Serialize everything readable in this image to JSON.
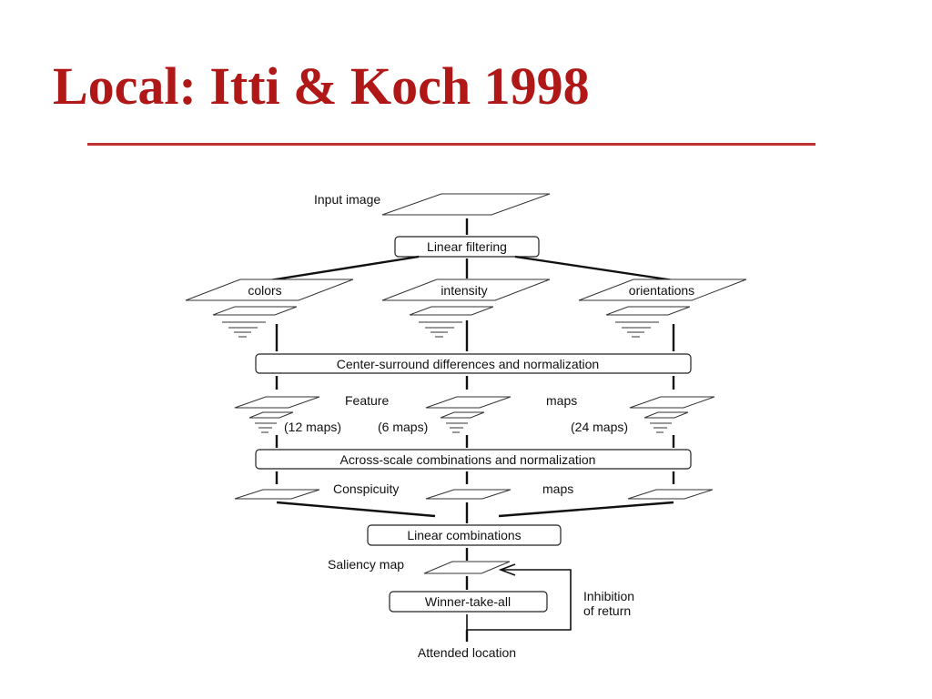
{
  "slide": {
    "title": "Local: Itti & Koch 1998",
    "title_color": "#b01818",
    "rule_color": "#c03030"
  },
  "diagram": {
    "input_label": "Input image",
    "linear_filtering": "Linear filtering",
    "channels": [
      "colors",
      "intensity",
      "orientations"
    ],
    "center_surround": "Center-surround differences and normalization",
    "feature_maps_word1": "Feature",
    "feature_maps_word2": "maps",
    "map_counts": [
      "(12 maps)",
      "(6 maps)",
      "(24 maps)"
    ],
    "across_scale": "Across-scale combinations and normalization",
    "conspicuity_word1": "Conspicuity",
    "conspicuity_word2": "maps",
    "linear_combinations": "Linear combinations",
    "saliency_map": "Saliency map",
    "winner_take_all": "Winner-take-all",
    "inhibition_line1": "Inhibition",
    "inhibition_line2": "of return",
    "attended_location": "Attended location"
  }
}
